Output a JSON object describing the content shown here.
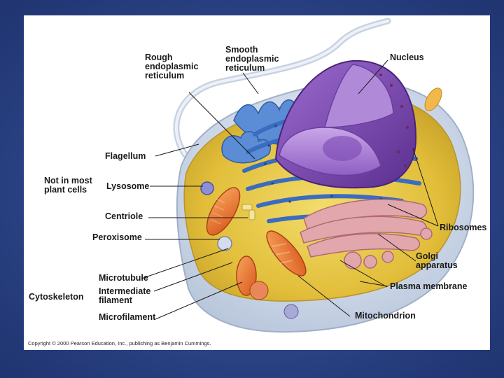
{
  "labels": {
    "rough_er": [
      "Rough",
      "endoplasmic",
      "reticulum"
    ],
    "smooth_er": [
      "Smooth",
      "endoplasmic",
      "reticulum"
    ],
    "nucleus": "Nucleus",
    "flagellum": "Flagellum",
    "not_in_most_plant_cells": [
      "Not in most",
      "plant cells"
    ],
    "lysosome": "Lysosome",
    "centriole": "Centriole",
    "peroxisome": "Peroxisome",
    "ribosomes": "Ribosomes",
    "golgi": [
      "Golgi",
      "apparatus"
    ],
    "microtubule": "Microtubule",
    "intermediate_filament": [
      "Intermediate",
      "filament"
    ],
    "microfilament": "Microfilament",
    "cytoskeleton": "Cytoskeleton",
    "plasma_membrane": "Plasma membrane",
    "mitochondrion": "Mitochondrion"
  },
  "copyright": "Copyright © 2000 Pearson Education, Inc., publishing as Benjamin Cummings.",
  "colors": {
    "background": "#2c4486",
    "nucleus": "#8a5ab8",
    "er": "#4a7ccc",
    "golgi": "#d99aa0",
    "mitochondrion": "#e8742a",
    "cytoplasm": "#e9c94a",
    "membrane": "#cfd9e8"
  }
}
